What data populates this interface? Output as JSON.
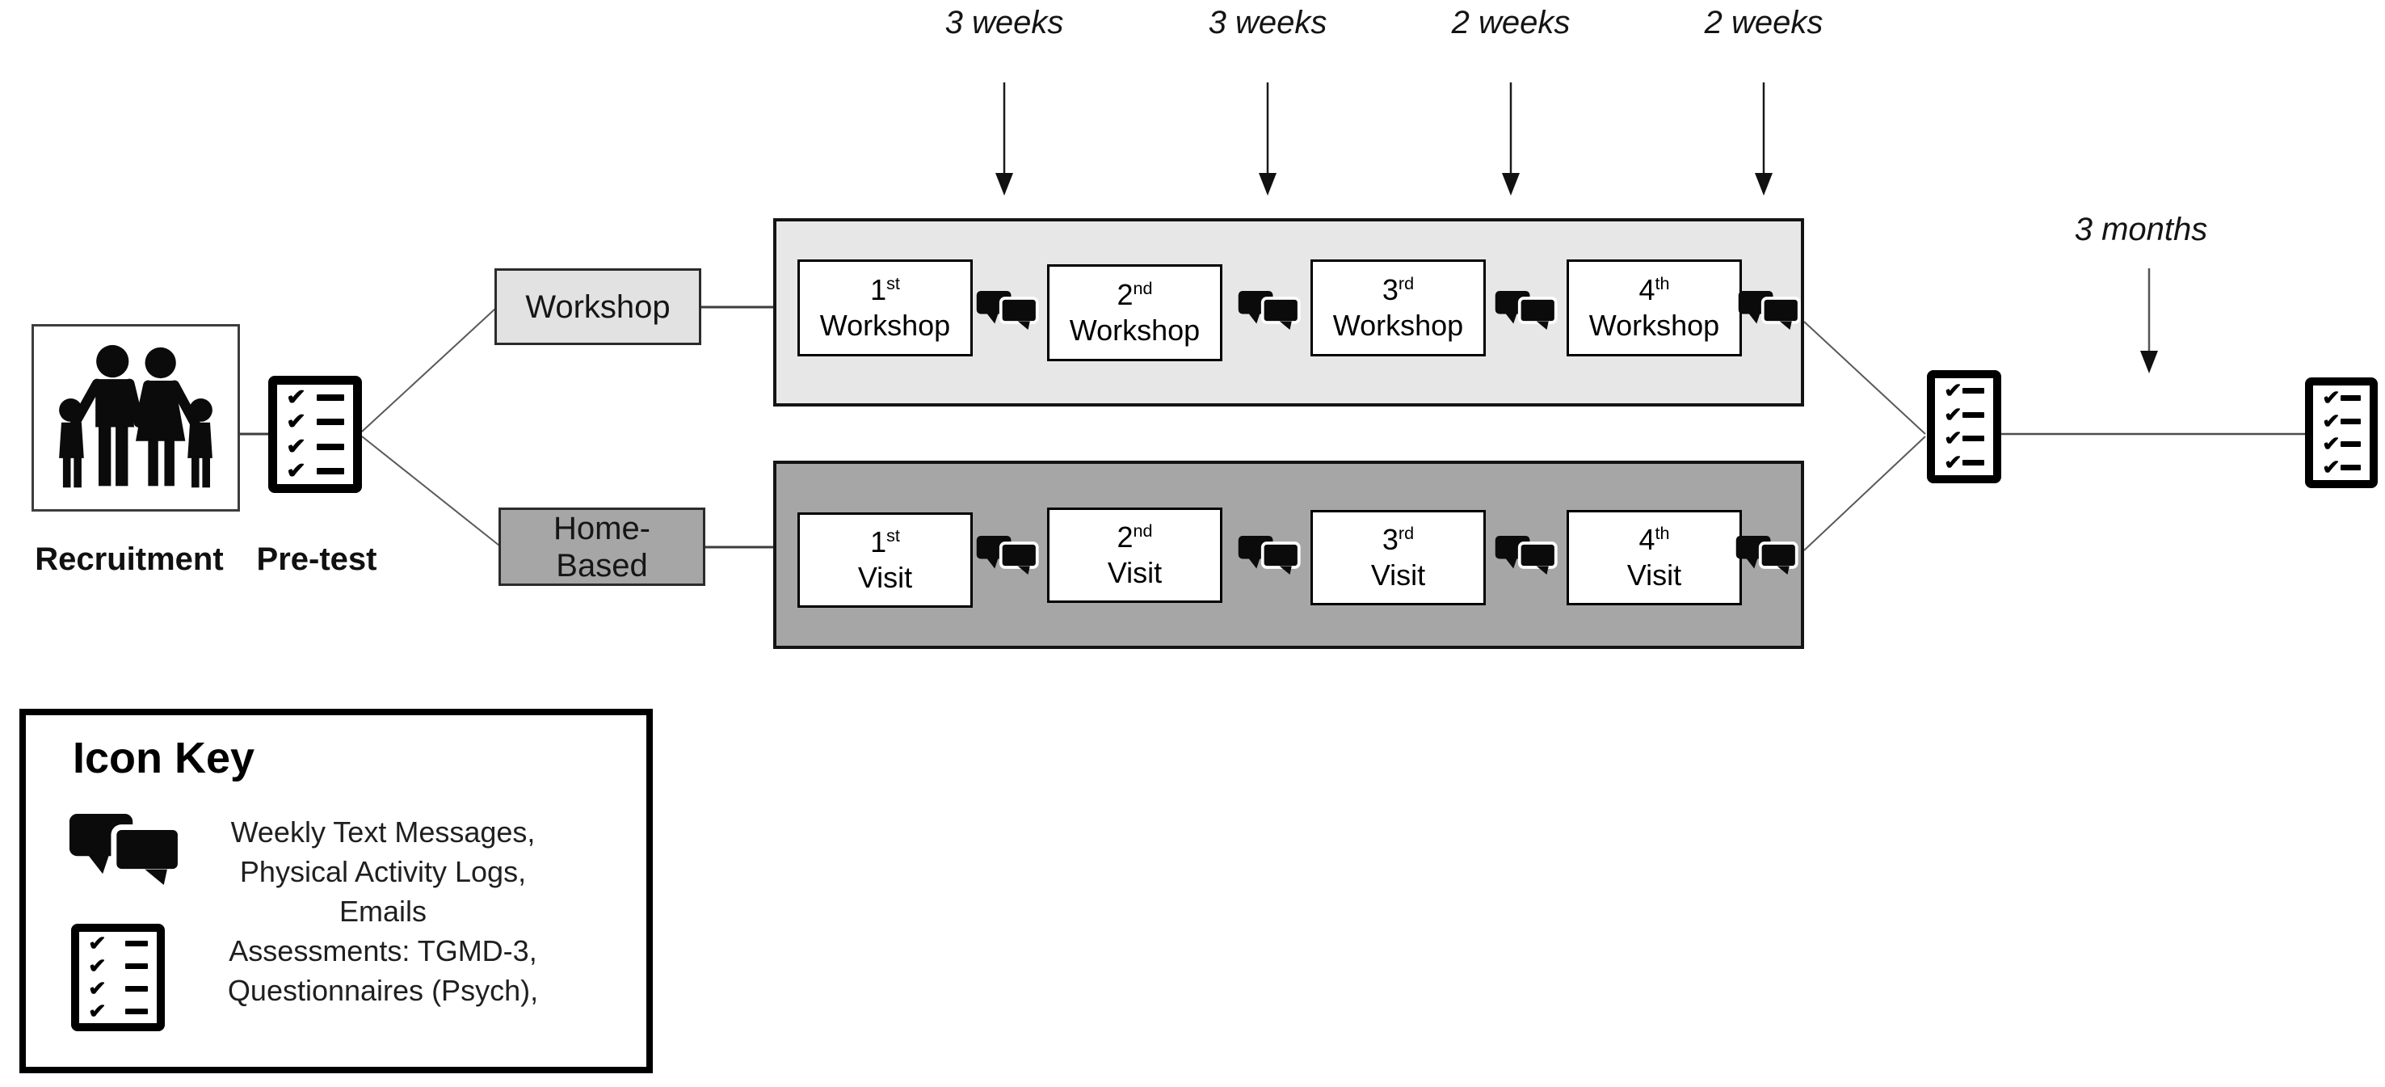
{
  "diagram": {
    "timeline_intervals": [
      "3 weeks",
      "3 weeks",
      "2 weeks",
      "2 weeks"
    ],
    "followup_interval": "3 months",
    "stages": {
      "recruitment": "Recruitment",
      "pretest": "Pre-test"
    },
    "branches": {
      "workshop": "Workshop",
      "home_line1": "Home-",
      "home_line2": "Based"
    },
    "workshop_sessions": [
      {
        "num": "1",
        "sup": "st",
        "label": "Workshop"
      },
      {
        "num": "2",
        "sup": "nd",
        "label": "Workshop"
      },
      {
        "num": "3",
        "sup": "rd",
        "label": "Workshop"
      },
      {
        "num": "4",
        "sup": "th",
        "label": "Workshop"
      }
    ],
    "home_sessions": [
      {
        "num": "1",
        "sup": "st",
        "label": "Visit"
      },
      {
        "num": "2",
        "sup": "nd",
        "label": "Visit"
      },
      {
        "num": "3",
        "sup": "rd",
        "label": "Visit"
      },
      {
        "num": "4",
        "sup": "th",
        "label": "Visit"
      }
    ],
    "icon_key": {
      "title": "Icon Key",
      "message_icon_meaning": [
        "Weekly Text Messages,",
        "Physical Activity Logs,",
        "Emails"
      ],
      "assessment_icon_meaning": [
        "Assessments: TGMD-3,",
        "Questionnaires (Psych),"
      ]
    },
    "icons": {
      "family": "family-icon",
      "checklist": "checklist-icon",
      "messages": "chat-bubbles-icon"
    },
    "colors": {
      "workshop_fill": "#e8e7e7",
      "home_fill": "#a6a6a6",
      "box_border": "#141414",
      "connector_line": "#595959"
    }
  }
}
